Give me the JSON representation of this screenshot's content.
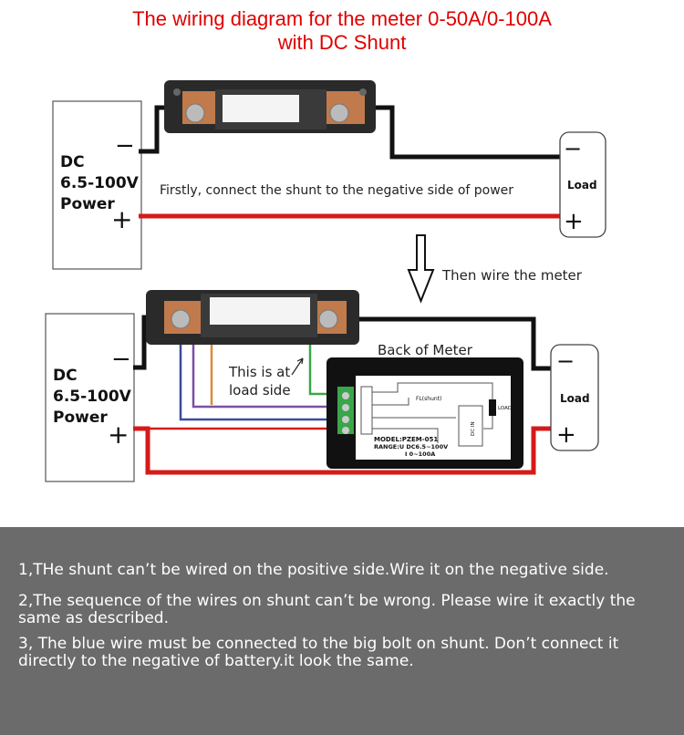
{
  "title": {
    "line1": "The wiring diagram for the meter 0-50A/0-100A",
    "line2": "with DC Shunt"
  },
  "top_diagram": {
    "power": {
      "line1": "DC",
      "line2": "6.5-100V",
      "line3": "Power"
    },
    "minus": "−",
    "plus": "+",
    "load_label": "Load",
    "instruction": "Firstly, connect the shunt to the negative side of power"
  },
  "arrow_label": "Then wire the meter",
  "bottom_diagram": {
    "power": {
      "line1": "DC",
      "line2": "6.5-100V",
      "line3": "Power"
    },
    "minus": "−",
    "plus": "+",
    "load_label": "Load",
    "load_side_line1": "This is at",
    "load_side_line2": "load side",
    "back_of_meter": "Back of Meter",
    "meter": {
      "fl_shunt": "FL(shunt)",
      "load": "LOAD",
      "dc_in": "DC IN",
      "model": "MODEL:PZEM-051",
      "range_v": "RANGE:U DC6.5~100V",
      "range_i": "I 0~100A"
    }
  },
  "notes": [
    "1,THe shunt can’t be wired on the positive side.Wire it on the negative side.",
    "2,The sequence of the wires on shunt can’t be wrong. Please wire it exactly the same as described.",
    "3, The blue wire must be connected to the big bolt on shunt. Don’t connect it directly to the negative of battery.it look the same."
  ],
  "colors": {
    "title": "#e00000",
    "wire_red": "#d61a1a",
    "wire_black": "#111111",
    "wire_green": "#3aa64a",
    "wire_blue": "#3b4aa0",
    "wire_purple": "#7b4fa8",
    "wire_orange": "#d98a3a",
    "note_bg": "#6b6b6b"
  }
}
